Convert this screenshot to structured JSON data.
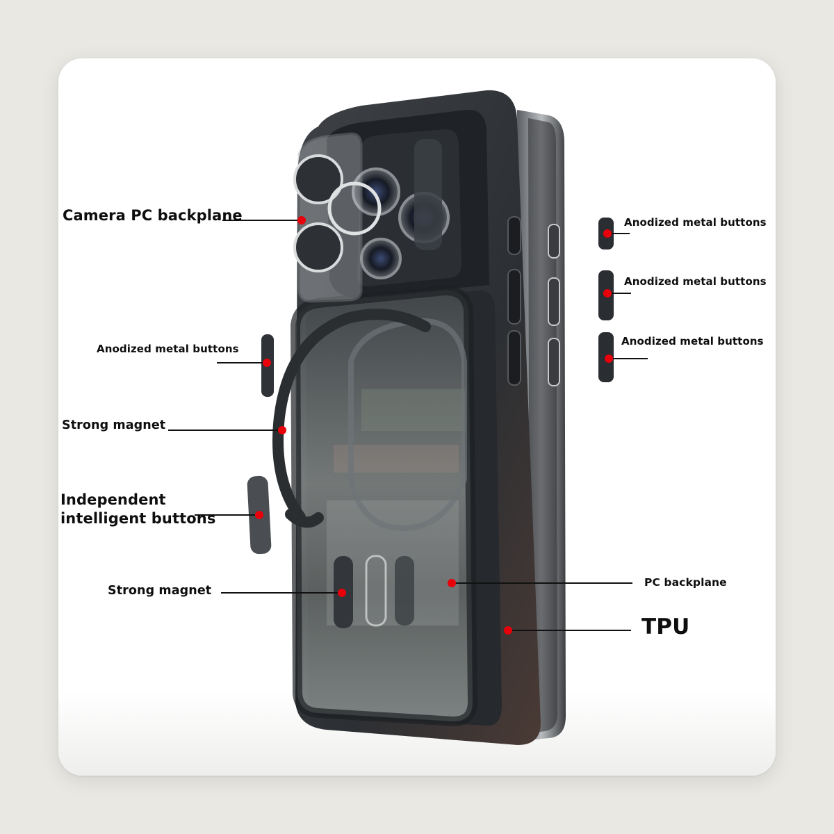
{
  "labels": {
    "camera_pc_backplane": "Camera PC backplane",
    "anodized_metal_buttons": "Anodized metal buttons",
    "strong_magnet": "Strong magnet",
    "independent_intelligent_buttons": "Independent intelligent buttons",
    "independent_line1": "Independent",
    "independent_line2": "intelligent buttons",
    "pc_backplane": "PC backplane",
    "tpu": "TPU"
  },
  "colors": {
    "card_background": "#ffffff",
    "page_background": "#e9e8e3",
    "callout_dot": "#e8000b",
    "callout_line": "#111111",
    "label_text": "#0e0e0e",
    "case_tpu": "#2f3236"
  }
}
